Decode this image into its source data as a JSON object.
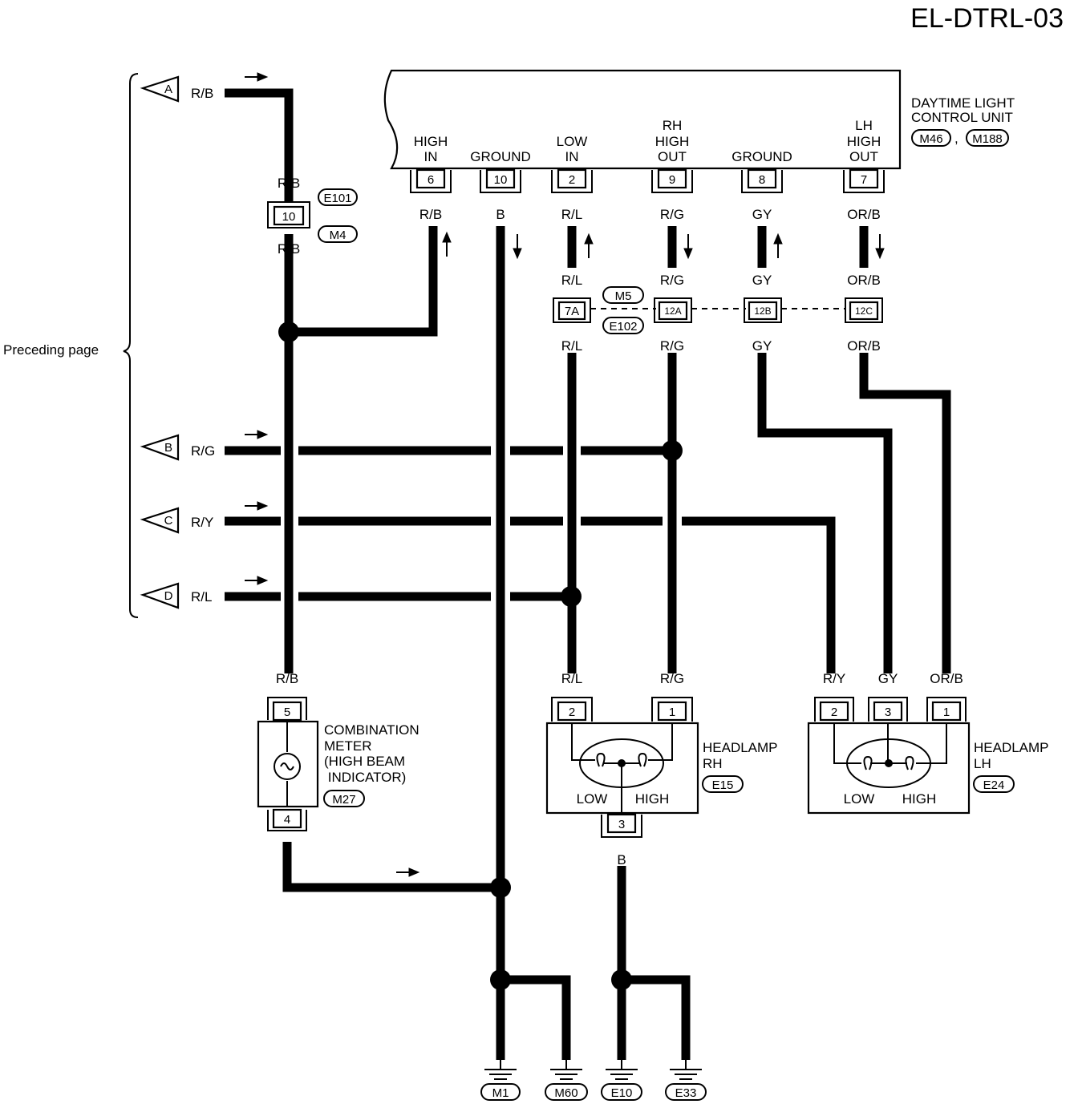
{
  "page_code": "EL-DTRL-03",
  "preceding_page_label": "Preceding page",
  "control_unit": {
    "name_lines": [
      "DAYTIME LIGHT",
      "CONTROL UNIT"
    ],
    "connector_codes": [
      "M46",
      "M188"
    ],
    "separator": ",",
    "terminals": [
      {
        "pin": "6",
        "label_lines": [
          "HIGH",
          "IN"
        ],
        "wire": "R/B"
      },
      {
        "pin": "10",
        "label_lines": [
          "GROUND"
        ],
        "wire": "B"
      },
      {
        "pin": "2",
        "label_lines": [
          "LOW",
          "IN"
        ],
        "wire": "R/L"
      },
      {
        "pin": "9",
        "label_lines": [
          "RH",
          "HIGH",
          "OUT"
        ],
        "wire": "R/G"
      },
      {
        "pin": "8",
        "label_lines": [
          "GROUND"
        ],
        "wire": "GY"
      },
      {
        "pin": "7",
        "label_lines": [
          "LH",
          "HIGH",
          "OUT"
        ],
        "wire": "OR/B"
      }
    ]
  },
  "incoming_lines": [
    {
      "tag": "A",
      "wire": "R/B"
    },
    {
      "tag": "B",
      "wire": "R/G"
    },
    {
      "tag": "C",
      "wire": "R/Y"
    },
    {
      "tag": "D",
      "wire": "R/L"
    }
  ],
  "left_connector": {
    "pin": "10",
    "codes": [
      "E101",
      "M4"
    ],
    "wire_top": "R/B",
    "wire_bottom": "R/B"
  },
  "mid_connectors": {
    "codes": [
      "M5",
      "E102"
    ],
    "items": [
      {
        "pin": "7A",
        "wire_top": "R/L",
        "wire_bottom": "R/L"
      },
      {
        "pin": "12A",
        "wire_top": "R/G",
        "wire_bottom": "R/G"
      },
      {
        "pin": "12B",
        "wire_top": "GY",
        "wire_bottom": "GY"
      },
      {
        "pin": "12C",
        "wire_top": "OR/B",
        "wire_bottom": "OR/B"
      }
    ]
  },
  "combination_meter": {
    "label_lines": [
      "COMBINATION",
      "METER",
      "(HIGH BEAM",
      " INDICATOR)"
    ],
    "code": "M27",
    "pin_top": "5",
    "pin_bottom": "4",
    "wire_top": "R/B",
    "wire_bottom": "B"
  },
  "headlamp_rh": {
    "label_lines": [
      "HEADLAMP",
      "RH"
    ],
    "code": "E15",
    "pins": [
      "2",
      "1",
      "3"
    ],
    "wires": [
      "R/L",
      "R/G",
      "B"
    ],
    "low": "LOW",
    "high": "HIGH"
  },
  "headlamp_lh": {
    "label_lines": [
      "HEADLAMP",
      "LH"
    ],
    "code": "E24",
    "pins": [
      "2",
      "3",
      "1"
    ],
    "wires": [
      "R/Y",
      "GY",
      "OR/B"
    ],
    "low": "LOW",
    "high": "HIGH"
  },
  "grounds": [
    {
      "code": "M1",
      "wire": "B"
    },
    {
      "code": "M60",
      "wire": "B"
    },
    {
      "code": "E10",
      "wire": "B"
    },
    {
      "code": "E33",
      "wire": "B"
    }
  ]
}
